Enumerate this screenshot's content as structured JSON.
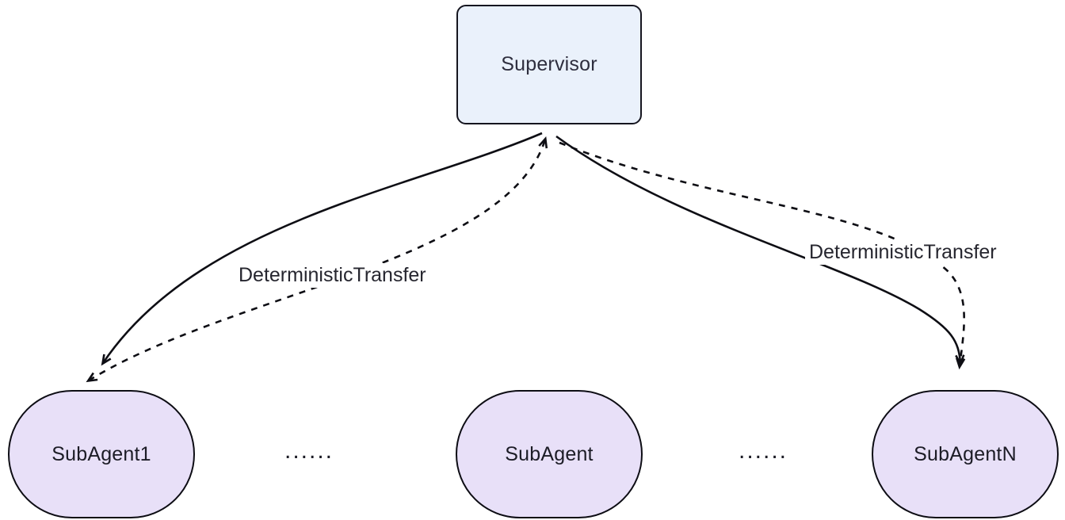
{
  "nodes": {
    "supervisor": {
      "label": "Supervisor"
    },
    "subagent1": {
      "label": "SubAgent1"
    },
    "subagent_mid": {
      "label": "SubAgent"
    },
    "subagentn": {
      "label": "SubAgentN"
    }
  },
  "edge_labels": {
    "left": "DeterministicTransfer",
    "right": "DeterministicTransfer"
  },
  "ellipsis": {
    "left": "......",
    "right": "......"
  },
  "edges": [
    {
      "from": "Supervisor",
      "to": "SubAgent1",
      "style": "solid",
      "arrows": "end"
    },
    {
      "from": "Supervisor",
      "to": "SubAgentN",
      "style": "solid",
      "arrows": "end"
    },
    {
      "from": "SubAgent1",
      "to": "Supervisor",
      "style": "dashed",
      "arrows": "both",
      "label": "DeterministicTransfer"
    },
    {
      "from": "Supervisor",
      "to": "SubAgentN",
      "style": "dashed",
      "arrows": "end",
      "label": "DeterministicTransfer"
    }
  ],
  "colors": {
    "supervisor_fill": "#eaf1fb",
    "subagent_fill": "#e8e0f8",
    "stroke": "#0e0e14",
    "text": "#26262f"
  }
}
